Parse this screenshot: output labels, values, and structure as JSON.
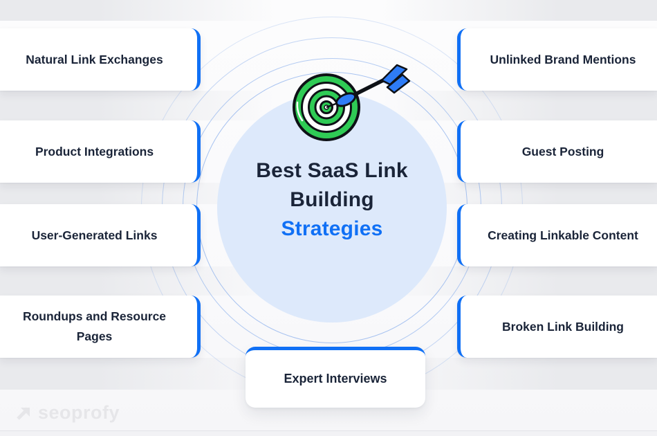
{
  "title": {
    "main": "Best SaaS Link Building",
    "accent": "Strategies"
  },
  "left_cards": [
    {
      "label": "Natural Link Exchanges"
    },
    {
      "label": "Product Integrations"
    },
    {
      "label": "User-Generated Links"
    },
    {
      "label": "Roundups and Resource Pages"
    }
  ],
  "right_cards": [
    {
      "label": "Unlinked Brand Mentions"
    },
    {
      "label": "Guest Posting"
    },
    {
      "label": "Creating Linkable Content"
    },
    {
      "label": "Broken Link Building"
    }
  ],
  "bottom_card": {
    "label": "Expert Interviews"
  },
  "logo": {
    "text": "seoprofy",
    "icon": "arrow-up-right-icon"
  },
  "icons": {
    "center": "target-with-dart-icon"
  },
  "colors": {
    "accent_blue": "#1070f5",
    "navy_text": "#1a2438",
    "target_green": "#2fcb55",
    "dart_blue": "#2e7cf6",
    "center_fill": "#dde9fb",
    "ring_blue": "#8cb0ec",
    "stripe_gray": "#e9eaed",
    "logo_gray": "#e6e6e9"
  }
}
